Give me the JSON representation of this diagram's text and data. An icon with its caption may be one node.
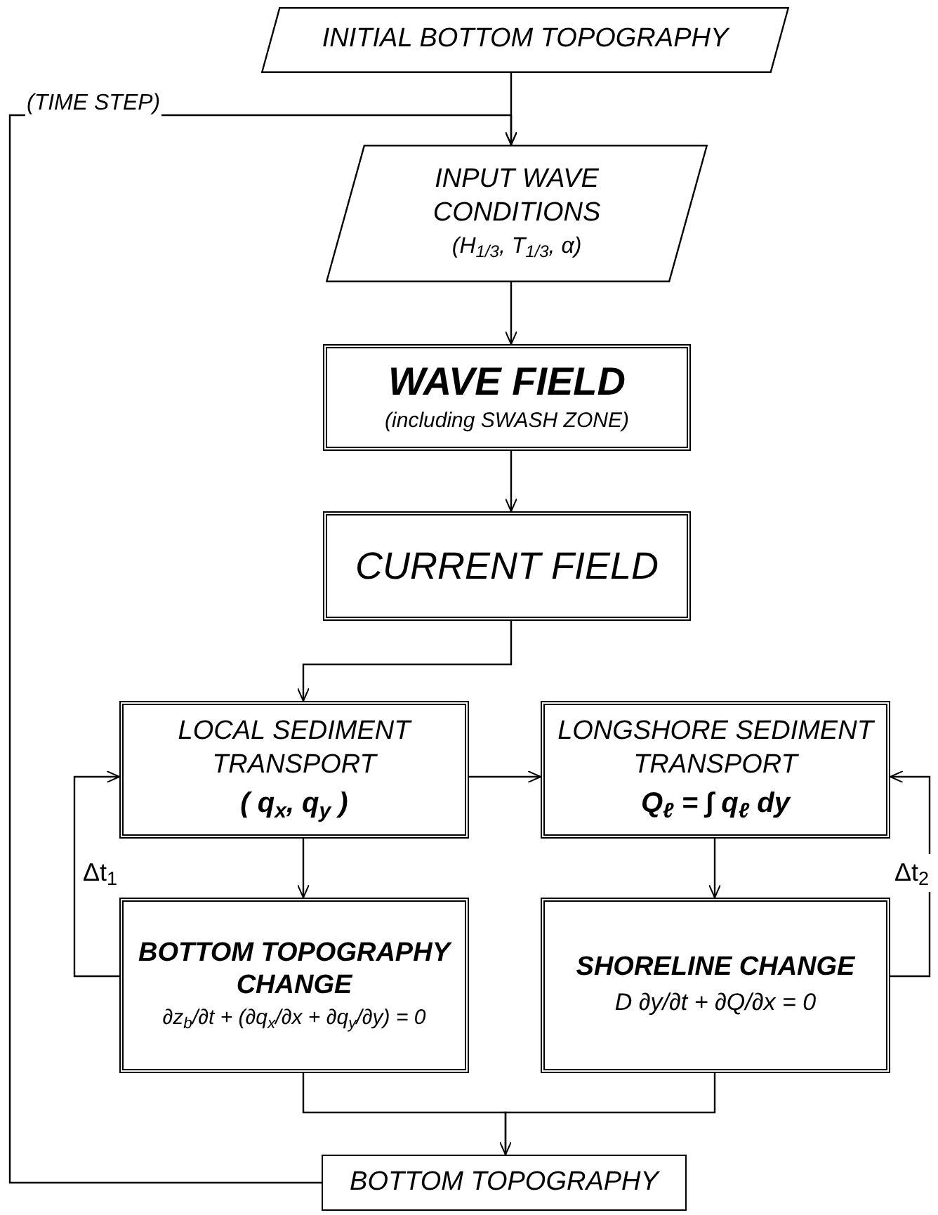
{
  "diagram": {
    "nodes": [
      {
        "text": [
          "INITIAL BOTTOM TOPOGRAPHY"
        ]
      },
      {
        "text": [
          "INPUT WAVE CONDITIONS",
          "(H$_{1/3}$, T$_{1/3}$, α)"
        ]
      },
      {
        "text": [
          "WAVE FIELD",
          "(including SWASH ZONE)"
        ]
      },
      {
        "text": [
          "CURRENT FIELD"
        ]
      },
      {
        "text": [
          "LOCAL SEDIMENT TRANSPORT",
          "( q$_{x}$, q$_{y}$ )"
        ]
      },
      {
        "text": [
          "LONGSHORE SEDIMENT TRANSPORT",
          "Q$_{ℓ}$ = ∫ q$_{ℓ}$ dy"
        ]
      },
      {
        "text": [
          "BOTTOM TOPOGRAPHY CHANGE",
          "∂z$_{b}$/∂t + (∂q$_{x}$/∂x + ∂q$_{y}$/∂y) = 0"
        ]
      },
      {
        "text": [
          "SHORELINE CHANGE",
          "D ∂y/∂t + ∂Q/∂x = 0"
        ]
      },
      {
        "text": [
          "BOTTOM TOPOGRAPHY"
        ]
      }
    ],
    "edges": [
      {
        "from": 0,
        "to": 1,
        "arrow": "to"
      },
      {
        "from": 8,
        "to": 1,
        "arrow": "to",
        "label": "(TIME STEP)"
      },
      {
        "from": 1,
        "to": 2,
        "arrow": "to"
      },
      {
        "from": 2,
        "to": 3,
        "arrow": "to"
      },
      {
        "from": 3,
        "to": 4,
        "arrow": "to"
      },
      {
        "from": 4,
        "to": 5,
        "arrow": "to"
      },
      {
        "from": 4,
        "to": 6,
        "arrow": "to"
      },
      {
        "from": 5,
        "to": 7,
        "arrow": "to"
      },
      {
        "from": 6,
        "to": 4,
        "arrow": "to",
        "label": "Δt$_{1}$"
      },
      {
        "from": 7,
        "to": 5,
        "arrow": "to",
        "label": "Δt$_{2}$"
      },
      {
        "from": 6,
        "to": 8,
        "arrow": "none"
      },
      {
        "from": 7,
        "to": 8,
        "arrow": "to"
      }
    ]
  }
}
